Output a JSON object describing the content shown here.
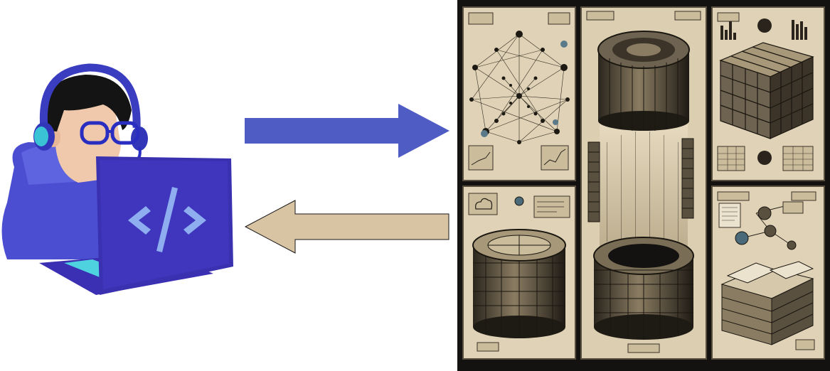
{
  "figure": {
    "developer": {
      "icon": "developer-with-laptop-icon",
      "code_symbol": "</>"
    },
    "request_arrow": {
      "direction": "right",
      "color": "#4f5cc4"
    },
    "response_arrow": {
      "direction": "left",
      "color": "#d8c3a2"
    },
    "data_panel": {
      "style": "vintage sketch",
      "background": "#141210",
      "panels": [
        {
          "name": "graph-database-panel",
          "icon": "network-graph-icon"
        },
        {
          "name": "column-store-panel",
          "icon": "cylinder-icon"
        },
        {
          "name": "cube-panel",
          "icon": "cube-icon"
        },
        {
          "name": "cloud-storage-panel",
          "icon": "cloud-icon"
        },
        {
          "name": "document-store-panel",
          "icon": "document-stack-icon"
        }
      ]
    }
  }
}
